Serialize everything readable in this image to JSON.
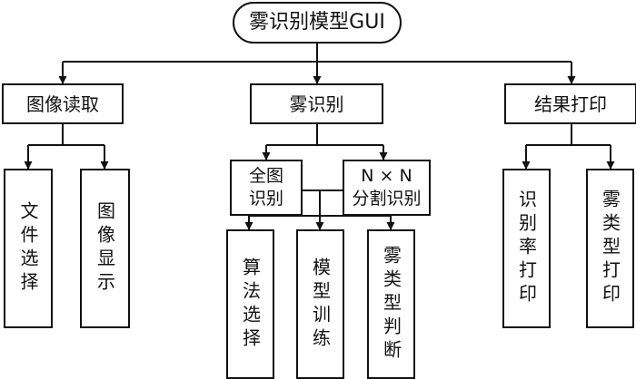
{
  "diagram": {
    "root": "雾识别模型GUI",
    "branches": [
      {
        "label": "图像读取",
        "children": [
          "文件选择",
          "图像显示"
        ]
      },
      {
        "label": "雾识别",
        "children": [
          "全图\n识别",
          "N × N\n分割识别"
        ],
        "grandchildren": [
          "算法选择",
          "模型训练",
          "雾类型判断"
        ]
      },
      {
        "label": "结果打印",
        "children": [
          "识别率打印",
          "雾类型打印"
        ]
      }
    ]
  }
}
